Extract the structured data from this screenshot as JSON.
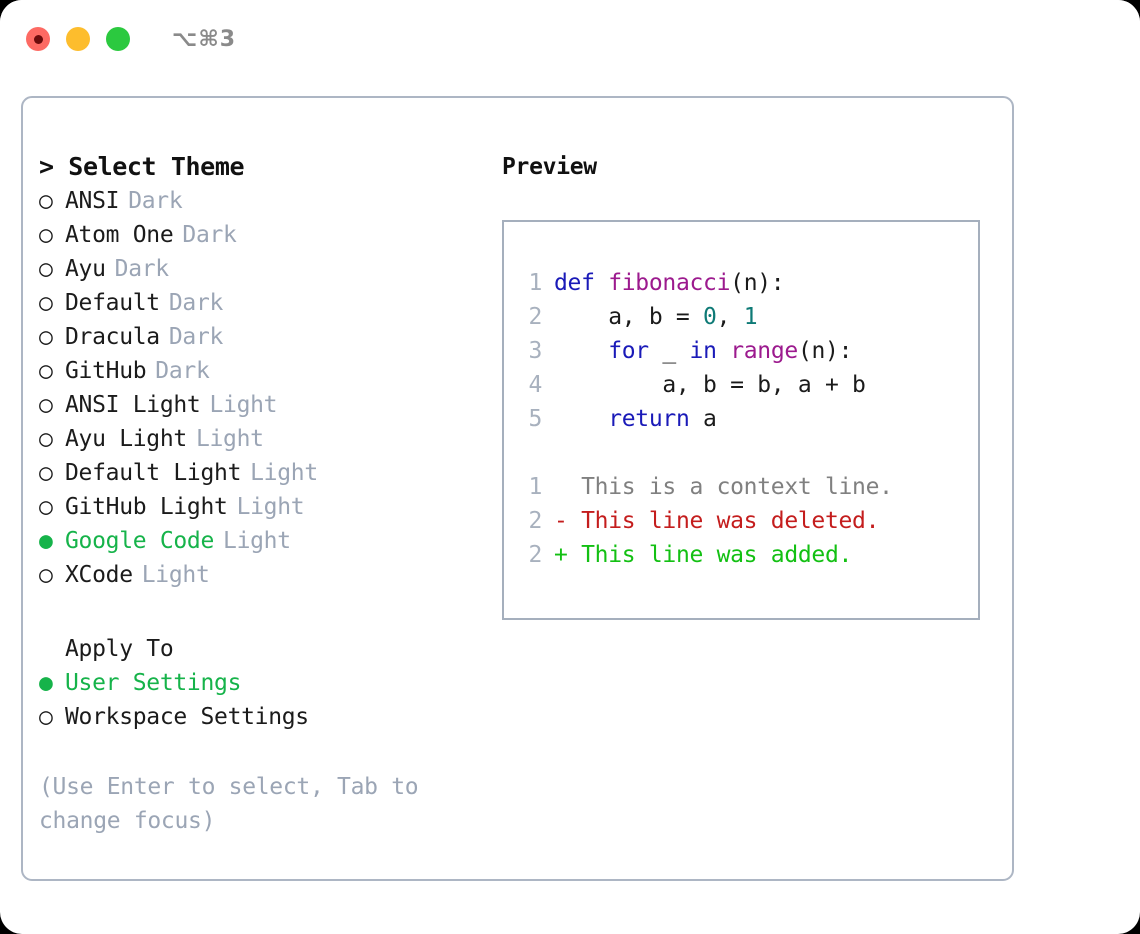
{
  "titlebar": {
    "title": "⌥⌘3",
    "buttons": [
      {
        "name": "close-button",
        "color": "#fd6a63",
        "recording": true
      },
      {
        "name": "minimize-button",
        "color": "#fdbd2d",
        "recording": false
      },
      {
        "name": "zoom-button",
        "color": "#2bc93f",
        "recording": false
      }
    ]
  },
  "theme_picker": {
    "header": "> Select Theme",
    "bullet_unselected": "○",
    "bullet_selected": "●",
    "options": [
      {
        "label": "ANSI",
        "tag": "Dark",
        "selected": false
      },
      {
        "label": "Atom One",
        "tag": "Dark",
        "selected": false
      },
      {
        "label": "Ayu",
        "tag": "Dark",
        "selected": false
      },
      {
        "label": "Default",
        "tag": "Dark",
        "selected": false
      },
      {
        "label": "Dracula",
        "tag": "Dark",
        "selected": false
      },
      {
        "label": "GitHub",
        "tag": "Dark",
        "selected": false
      },
      {
        "label": "ANSI Light",
        "tag": "Light",
        "selected": false
      },
      {
        "label": "Ayu Light",
        "tag": "Light",
        "selected": false
      },
      {
        "label": "Default Light",
        "tag": "Light",
        "selected": false
      },
      {
        "label": "GitHub Light",
        "tag": "Light",
        "selected": false
      },
      {
        "label": "Google Code",
        "tag": "Light",
        "selected": true
      },
      {
        "label": "XCode",
        "tag": "Light",
        "selected": false
      }
    ]
  },
  "apply_to": {
    "header": "Apply To",
    "options": [
      {
        "label": "User Settings",
        "selected": true
      },
      {
        "label": "Workspace Settings",
        "selected": false
      }
    ]
  },
  "hint": "(Use Enter to select, Tab to change focus)",
  "preview": {
    "title": "Preview",
    "code_lines": [
      {
        "num": "1",
        "tokens": [
          {
            "t": "def ",
            "c": "kw"
          },
          {
            "t": "fibonacci",
            "c": "fn"
          },
          {
            "t": "(n):",
            "c": "txt"
          }
        ]
      },
      {
        "num": "2",
        "tokens": [
          {
            "t": "    a, b = ",
            "c": "txt"
          },
          {
            "t": "0",
            "c": "num"
          },
          {
            "t": ", ",
            "c": "txt"
          },
          {
            "t": "1",
            "c": "num"
          }
        ]
      },
      {
        "num": "3",
        "tokens": [
          {
            "t": "    ",
            "c": "txt"
          },
          {
            "t": "for",
            "c": "kw"
          },
          {
            "t": " _ ",
            "c": "txt"
          },
          {
            "t": "in",
            "c": "kw"
          },
          {
            "t": " ",
            "c": "txt"
          },
          {
            "t": "range",
            "c": "fn"
          },
          {
            "t": "(n):",
            "c": "txt"
          }
        ]
      },
      {
        "num": "4",
        "tokens": [
          {
            "t": "        a, b = b, a + b",
            "c": "txt"
          }
        ]
      },
      {
        "num": "5",
        "tokens": [
          {
            "t": "    ",
            "c": "txt"
          },
          {
            "t": "return",
            "c": "kw"
          },
          {
            "t": " a",
            "c": "txt"
          }
        ]
      }
    ],
    "diff_lines": [
      {
        "num": "1",
        "marker": "  ",
        "text": "This is a context line.",
        "kind": "ctx"
      },
      {
        "num": "2",
        "marker": "- ",
        "text": "This line was deleted.",
        "kind": "del"
      },
      {
        "num": "2",
        "marker": "+ ",
        "text": "This line was added.",
        "kind": "add"
      }
    ]
  },
  "colors": {
    "accent_green": "#16b34a",
    "tag_gray": "#9ba5b5",
    "border": "#adb6c4",
    "keyword": "#1a1ab8",
    "function": "#9c1a8e",
    "number": "#0e7a76",
    "diff_deleted": "#c41d1d",
    "diff_added": "#13c013",
    "diff_context": "#808080"
  }
}
